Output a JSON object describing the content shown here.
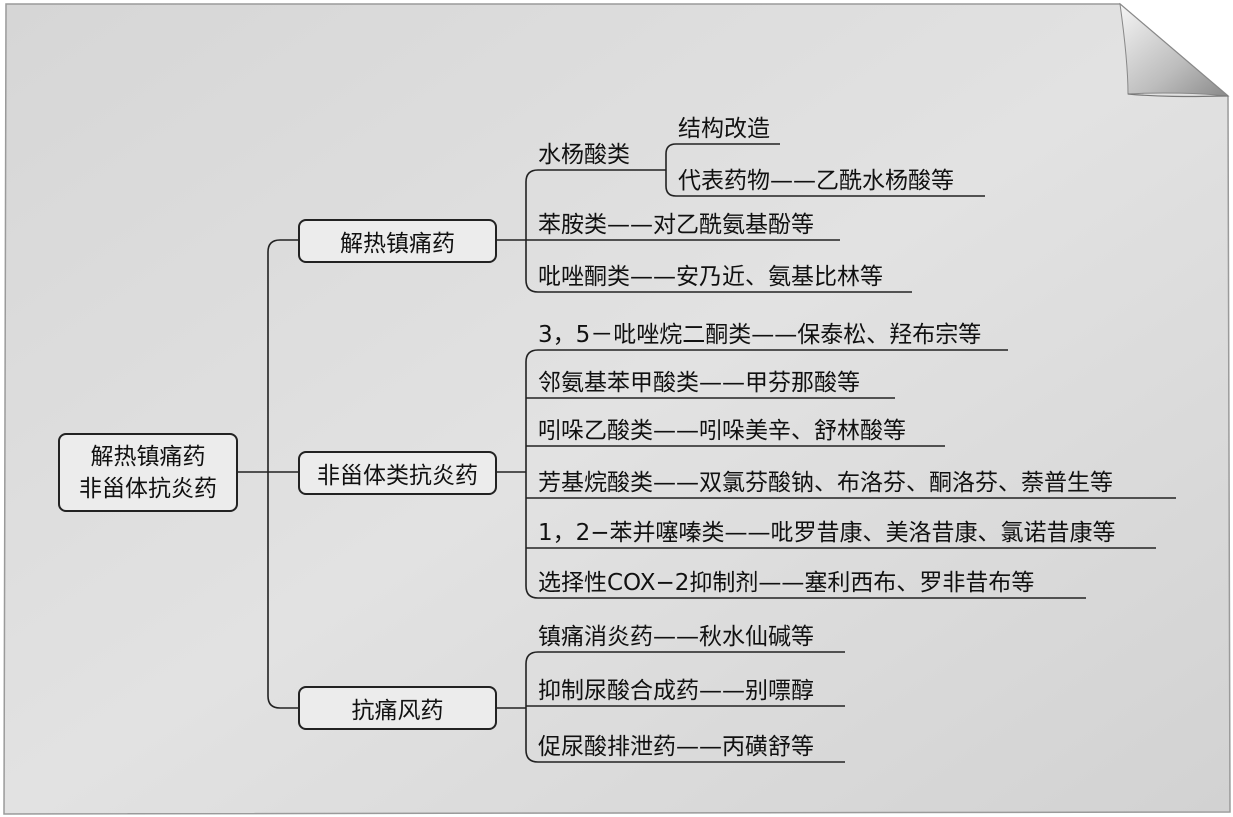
{
  "root": {
    "line1": "解热镇痛药",
    "line2": "非甾体抗炎药"
  },
  "branches": [
    {
      "label": "解热镇痛药",
      "items": [
        {
          "label": "水杨酸类",
          "children": [
            "结构改造",
            "代表药物——乙酰水杨酸等"
          ]
        },
        {
          "label": "苯胺类——对乙酰氨基酚等"
        },
        {
          "label": "吡唑酮类——安乃近、氨基比林等"
        }
      ]
    },
    {
      "label": "非甾体类抗炎药",
      "items": [
        {
          "label": "3，5－吡唑烷二酮类——保泰松、羟布宗等"
        },
        {
          "label": "邻氨基苯甲酸类——甲芬那酸等"
        },
        {
          "label": "吲哚乙酸类——吲哚美辛、舒林酸等"
        },
        {
          "label": "芳基烷酸类——双氯芬酸钠、布洛芬、酮洛芬、萘普生等"
        },
        {
          "label": "1，2−苯并噻嗪类——吡罗昔康、美洛昔康、氯诺昔康等"
        },
        {
          "label": "选择性COX−2抑制剂——塞利西布、罗非昔布等"
        }
      ]
    },
    {
      "label": "抗痛风药",
      "items": [
        {
          "label": "镇痛消炎药——秋水仙碱等"
        },
        {
          "label": "抑制尿酸合成药——别嘌醇"
        },
        {
          "label": "促尿酸排泄药——丙磺舒等"
        }
      ]
    }
  ],
  "colors": {
    "paper": "#dcdcdc",
    "line": "#222222",
    "text": "#111111"
  }
}
